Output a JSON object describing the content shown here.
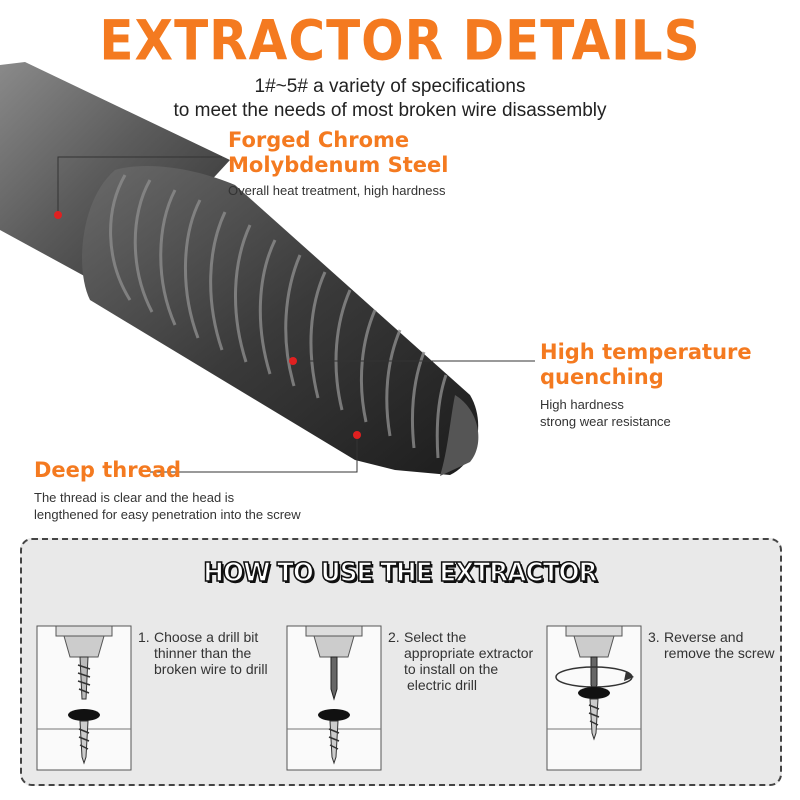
{
  "header": {
    "title": "EXTRACTOR DETAILS",
    "subtitle_line1": "1#~5# a variety of specifications",
    "subtitle_line2": "to meet the needs of most broken wire disassembly"
  },
  "callouts": [
    {
      "title_line1": "Forged Chrome",
      "title_line2": "Molybdenum Steel",
      "desc_line1": "Overall heat treatment, high hardness",
      "desc_line2": ""
    },
    {
      "title_line1": "High temperature",
      "title_line2": "quenching",
      "desc_line1": "High hardness",
      "desc_line2": "strong wear resistance"
    },
    {
      "title_line1": "Deep thread",
      "title_line2": "",
      "desc_line1": "The thread is clear and the head is",
      "desc_line2": "lengthened for easy penetration into the screw"
    }
  ],
  "how_to": {
    "title": "HOW TO USE THE EXTRACTOR",
    "steps": [
      {
        "num": "1.",
        "line1": "Choose a drill bit",
        "line2": "thinner than the",
        "line3": "broken wire to drill"
      },
      {
        "num": "2.",
        "line1": "Select the",
        "line2": "appropriate extractor",
        "line3": "to install on the",
        "line4": "electric drill"
      },
      {
        "num": "3.",
        "line1": "Reverse and",
        "line2": "remove the screw"
      }
    ]
  },
  "colors": {
    "accent": "#f47a20",
    "marker": "#e02020",
    "panel": "#e9e9e9"
  }
}
